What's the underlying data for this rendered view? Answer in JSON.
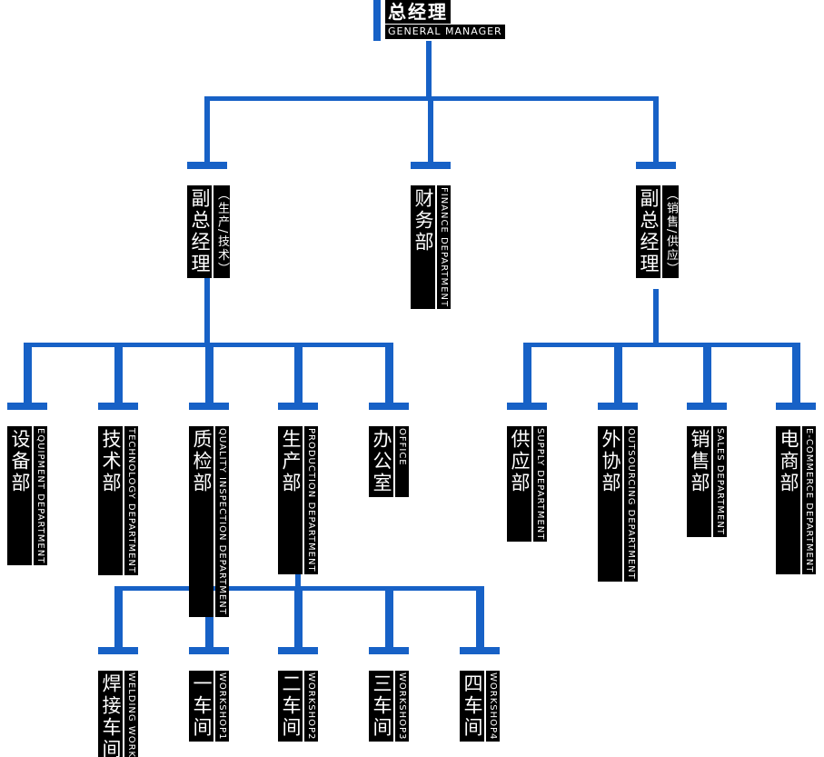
{
  "colors": {
    "accent": "#1761c6",
    "label_bg": "#000000",
    "label_text": "#ffffff"
  },
  "root": {
    "zh": "总经理",
    "en": "GENERAL MANAGER"
  },
  "level2": [
    {
      "zh": "副总经理",
      "sub": "（生产/技术）"
    },
    {
      "zh": "财务部",
      "en": "FINANCE DEPARTMENT"
    },
    {
      "zh": "副总经理",
      "sub": "（销售/供应）"
    }
  ],
  "level3_left": [
    {
      "zh": "设备部",
      "en": "EQUIPMENT DEPARTMENT"
    },
    {
      "zh": "技术部",
      "en": "TECHNOLOGY DEPARTMENT"
    },
    {
      "zh": "质检部",
      "en": "QUALITY INSPECTION DEPARTMENT"
    },
    {
      "zh": "生产部",
      "en": "PRODUCTION DEPARTMENT"
    },
    {
      "zh": "办公室",
      "en": "OFFICE"
    }
  ],
  "level3_right": [
    {
      "zh": "供应部",
      "en": "SUPPLY DEPARTMENT"
    },
    {
      "zh": "外协部",
      "en": "OUTSOURCING DEPARTMENT"
    },
    {
      "zh": "销售部",
      "en": "SALES DEPARTMENT"
    },
    {
      "zh": "电商部",
      "en": "E-COMMERCE DEPARTMENT"
    }
  ],
  "level4": [
    {
      "zh": "焊接车间",
      "en": "WELDING WORKSHOP"
    },
    {
      "zh": "一车间",
      "en": "WORKSHOP1"
    },
    {
      "zh": "二车间",
      "en": "WORKSHOP2"
    },
    {
      "zh": "三车间",
      "en": "WORKSHOP3"
    },
    {
      "zh": "四车间",
      "en": "WORKSHOP4"
    }
  ]
}
